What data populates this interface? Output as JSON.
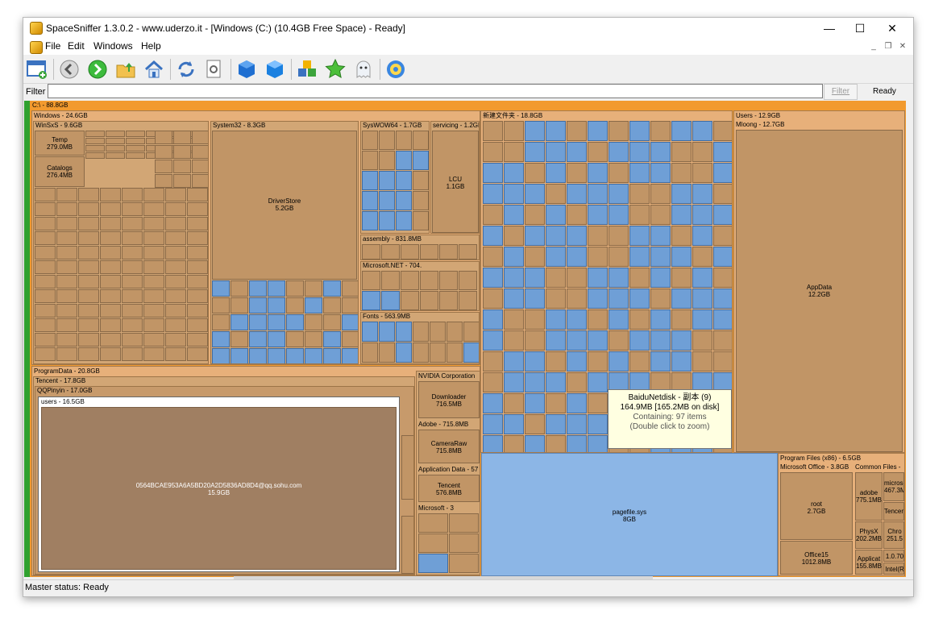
{
  "window": {
    "title": "SpaceSniffer 1.3.0.2 - www.uderzo.it - [Windows (C:) (10.4GB Free Space) - Ready]",
    "minimize": "—",
    "maximize": "☐",
    "close": "✕"
  },
  "menu": {
    "file": "File",
    "edit": "Edit",
    "windows": "Windows",
    "help": "Help"
  },
  "mdi": {
    "min": "_",
    "restore": "❐",
    "close": "✕"
  },
  "toolbar": {
    "icons": [
      "new-window-icon",
      "back-icon",
      "forward-icon",
      "folder-up-icon",
      "home-icon",
      "refresh-icon",
      "refresh-doc-icon",
      "zoom-out-cube-icon",
      "zoom-in-cube-icon",
      "blocks-icon",
      "star-icon",
      "ghost-icon",
      "gear-icon"
    ]
  },
  "filter": {
    "label": "Filter",
    "button": "Filter",
    "status": "Ready",
    "value": ""
  },
  "colors": {
    "root": "#f29a2e",
    "folder": "#c19566",
    "file": "#6f9fd6",
    "selected_folder": "#a07f62"
  },
  "treemap": {
    "root": "C:\\ - 88.8GB",
    "windows": {
      "header": "Windows - 24.6GB",
      "winsxs": "WinSxS - 9.6GB",
      "temp": "Temp",
      "temp_size": "279.0MB",
      "catalogs": "Catalogs",
      "catalogs_size": "276.4MB",
      "system32": "System32 - 8.3GB",
      "driverstore": "DriverStore",
      "driverstore_size": "5.2GB",
      "syswow64": "SysWOW64 - 1.7GB",
      "servicing": "servicing - 1.2GB",
      "lcu": "LCU",
      "lcu_size": "1.1GB",
      "assembly": "assembly - 831.8MB",
      "microsoft_net": "Microsoft.NET - 704.",
      "fonts": "Fonts - 563.9MB"
    },
    "programdata": {
      "header": "ProgramData - 20.8GB",
      "tencent": "Tencent - 17.8GB",
      "qqpinyin": "QQPinyin - 17.0GB",
      "users": "users - 16.5GB",
      "account": "0564BCAE953A6A5BD20A2D5836AD8D4@qq.sohu.com",
      "account_size": "15.9GB",
      "nvidia": "NVIDIA Corporation",
      "downloader": "Downloader",
      "downloader_size": "716.5MB",
      "adobe": "Adobe - 715.8MB",
      "cameraraw": "CameraRaw",
      "cameraraw_size": "715.8MB",
      "appdata": "Application Data - 57",
      "app_tencent": "Tencent",
      "app_tencent_size": "576.8MB",
      "microsoft": "Microsoft - 3"
    },
    "kuaijie": {
      "header": "新建文件夹 - 18.8GB"
    },
    "pagefile": {
      "name": "pagefile.sys",
      "size": "8GB"
    },
    "users": {
      "header": "Users - 12.9GB",
      "miloong": "Mloong - 12.7GB",
      "appdata": "AppData",
      "appdata_size": "12.2GB"
    },
    "programfiles": {
      "header": "Program Files (x86) - 6.5GB",
      "office": "Microsoft Office - 3.8GB",
      "root": "root",
      "root_size": "2.7GB",
      "office15": "Office15",
      "office15_size": "1012.8MB",
      "common": "Common Files -",
      "adobe": "adobe",
      "adobe_size": "775.1MB",
      "microsoft": "microsc",
      "microsoft_size": "467.3M",
      "tencent": "Tencent",
      "physx": "PhysX",
      "physx_size": "202.2MB",
      "chrome": "Chro",
      "chrome_size": "251.5",
      "applicat": "Applicat",
      "applicat_size": "155.8MB",
      "v107": "1.0.70",
      "intel": "Intel(R"
    }
  },
  "tooltip": {
    "title": "BaiduNetdisk - 副本 (9)",
    "size": "164.9MB [165.2MB on disk]",
    "containing": "Containing: 97 items",
    "hint": "(Double click to zoom)"
  },
  "status": {
    "text": "Master status: Ready"
  }
}
